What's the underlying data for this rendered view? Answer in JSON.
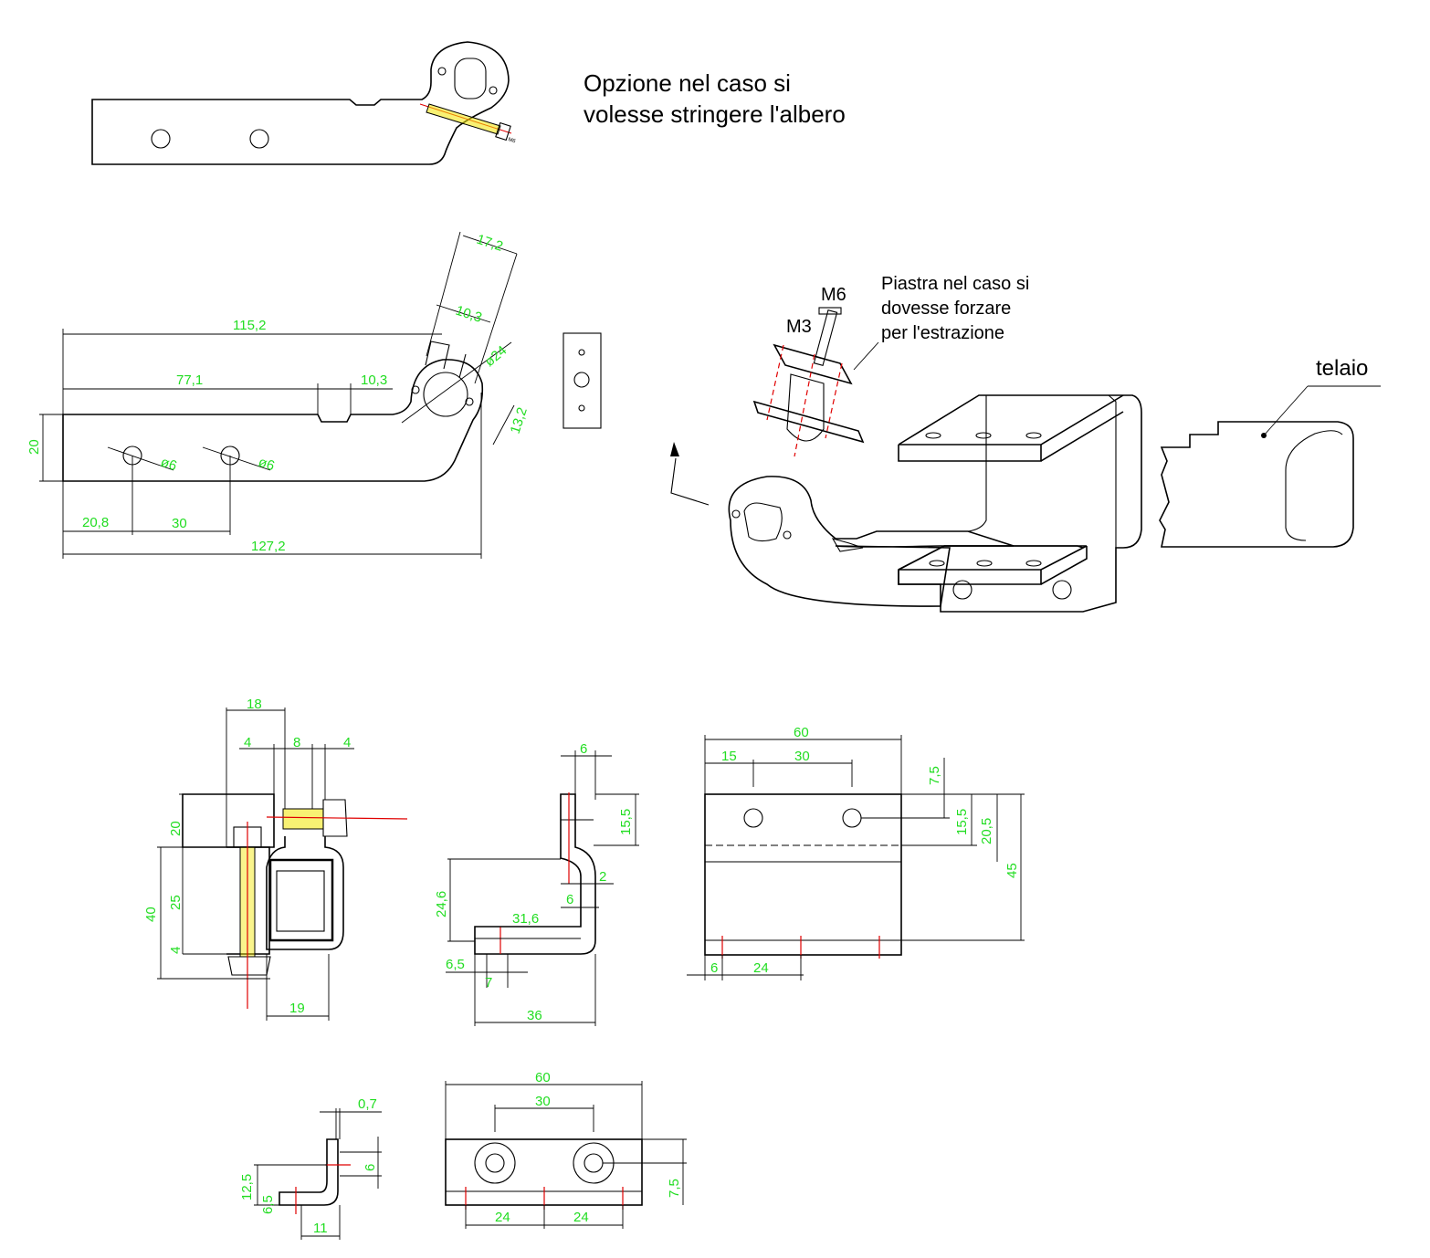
{
  "colors": {
    "line": "#000000",
    "dimension_text": "#22dd22",
    "centerline": "#e00000",
    "highlight": "#f2e600"
  },
  "notes": {
    "option": "Opzione nel caso si\nvolesse stringere l'albero",
    "piastra": "Piastra nel caso si\ndovesse forzare\nper l'estrazione",
    "telaio": "telaio",
    "m6": "M6",
    "m3": "M3",
    "m6_small": "M6"
  },
  "dims": {
    "d115_2": "115,2",
    "d77_1": "77,1",
    "d10_3a": "10,3",
    "d17_2": "17,2",
    "d10_3b": "10,3",
    "d24": "ø24",
    "d13_2": "13,2",
    "d20": "20",
    "d6a": "ø6",
    "d6b": "ø6",
    "d20_8": "20,8",
    "d30a": "30",
    "d127_2": "127,2",
    "a18": "18",
    "a4a": "4",
    "a8": "8",
    "a4b": "4",
    "a20": "20",
    "a40": "40",
    "a25": "25",
    "a4c": "4",
    "a19": "19",
    "b6": "6",
    "b15_5": "15,5",
    "b2": "2",
    "b24_6": "24,6",
    "b6b": "6",
    "b31_6": "31,6",
    "b6_5": "6,5",
    "b7": "7",
    "b36": "36",
    "c60": "60",
    "c15": "15",
    "c30": "30",
    "c7_5": "7,5",
    "c15_5": "15,5",
    "c20_5": "20,5",
    "c45": "45",
    "c6": "6",
    "c24": "24",
    "e0_7": "0,7",
    "e6": "6",
    "e12_5": "12,5",
    "e6_5": "6,5",
    "e11": "11",
    "f60": "60",
    "f30": "30",
    "f7_5": "7,5",
    "f24a": "24",
    "f24b": "24"
  }
}
